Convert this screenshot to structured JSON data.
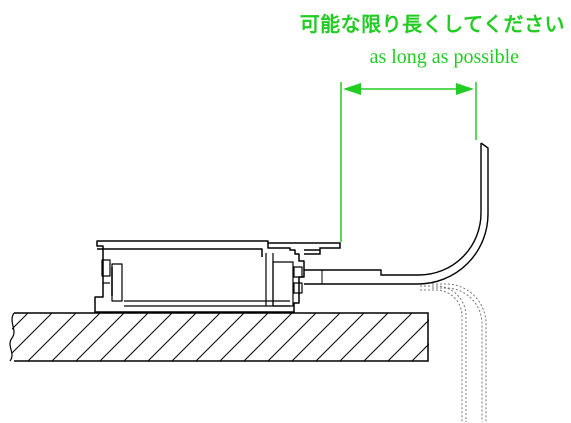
{
  "labels": {
    "japanese": "可能な限り長くしてください",
    "english": "as long as possible"
  },
  "colors": {
    "annotation": "#22cc22",
    "outline": "#000000",
    "cable_hidden": "#777777"
  },
  "icons": {
    "dimension_arrow": "double-headed-arrow"
  }
}
